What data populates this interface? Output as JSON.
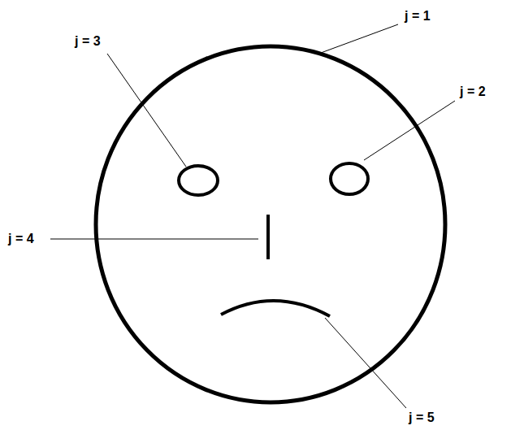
{
  "diagram": {
    "labels": [
      "j = 1",
      "j = 3",
      "j = 2",
      "j = 4",
      "j = 5"
    ]
  }
}
